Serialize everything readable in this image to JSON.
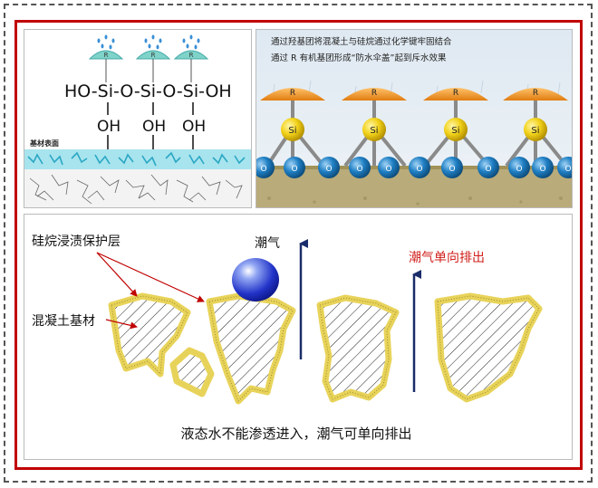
{
  "top_left": {
    "formula_top": "HO-Si-O-Si-O-Si-OH",
    "hydroxyl": [
      "OH",
      "OH",
      "OH"
    ],
    "umbrella_label": "R",
    "surface_label": "基材表面"
  },
  "top_right": {
    "caption_line1": "通过羟基团将混凝土与硅烷通过化学键牢固结合",
    "caption_line2": "通过 R 有机基团形成“防水伞盖”起到斥水效果",
    "cap_label": "R",
    "si_label": "Si",
    "o_label": "O"
  },
  "bottom": {
    "label_protect": "硅烷浸渍保护层",
    "label_substrate": "混凝土基材",
    "label_vapor": "潮气",
    "label_discharge": "潮气单向排出",
    "caption": "液态水不能渗透进入，潮气可单向排出"
  },
  "colors": {
    "frame_red": "#c00000",
    "coating_yellow": "#e8d35a",
    "umbrella_orange": "#f39a2b",
    "si_yellow": "#f2d21a",
    "o_blue": "#1f7fc4",
    "arrow_navy": "#1a2d6b",
    "discharge_red": "#d0201c"
  }
}
